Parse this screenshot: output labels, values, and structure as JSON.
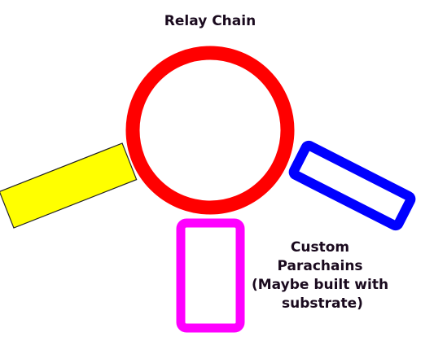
{
  "diagram": {
    "title": "Relay Chain",
    "custom_label_lines": [
      "Custom",
      "Parachains",
      "(Maybe built with",
      "substrate)"
    ]
  },
  "colors": {
    "relay_ring": "#ff0000",
    "parachain_yellow": "#ffff00",
    "parachain_blue": "#0000ff",
    "parachain_magenta": "#ff00ff",
    "outline_dark": "#222222",
    "text": "#1a0a1e"
  }
}
